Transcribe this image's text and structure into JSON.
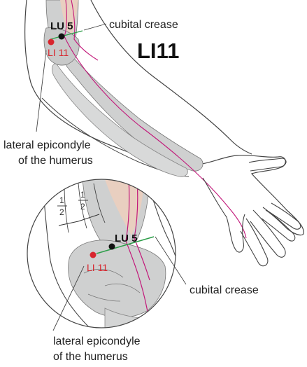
{
  "title": "LI11",
  "labels": {
    "lu5_top": "LU 5",
    "li11_top": "LI 11",
    "cubital_crease_top": "cubital crease",
    "epicondyle_top_line1": "lateral epicondyle",
    "epicondyle_top_line2": "of the humerus",
    "lu5_inset": "LU 5",
    "li11_inset": "LI 11",
    "cubital_crease_inset": "cubital crease",
    "epicondyle_inset_line1": "lateral epicondyle",
    "epicondyle_inset_line2": "of the humerus",
    "frac_left_num": "1",
    "frac_left_den": "2",
    "frac_right_num": "1",
    "frac_right_den": "2"
  },
  "colors": {
    "point_red": "#d8262e",
    "point_black": "#111111",
    "crease_line": "#2e9e4a",
    "meridian_line": "#c2187a",
    "bone_fill": "#cfd0d0",
    "muscle_fill": "#e9cfc0",
    "outline": "#444444"
  }
}
